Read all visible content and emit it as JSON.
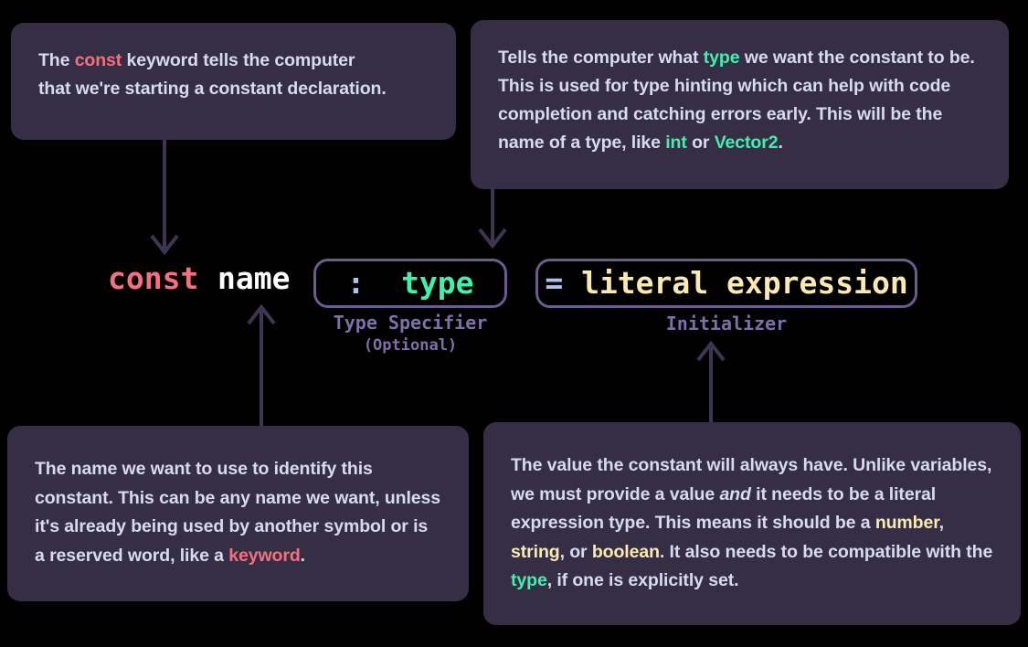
{
  "diagram": {
    "title": "const declaration syntax diagram",
    "background": "#000000",
    "colors": {
      "callout_bg": "#352E44",
      "body_text": "#D7DBF0",
      "keyword": "#F4707F",
      "type": "#42F0AE",
      "literal": "#FAE9B0",
      "punctuation": "#A8C4F0",
      "arrow": "#3E3552",
      "group_border": "#6B5B8E",
      "caption": "#7E6FA8",
      "identifier": "#FFFFFF"
    }
  },
  "syntax": {
    "keyword": "const",
    "identifier": "name",
    "type_specifier": {
      "punctuation": ":",
      "token": "type",
      "caption": "Type Specifier",
      "caption_sub": "(Optional)"
    },
    "initializer": {
      "punctuation": "=",
      "token": "literal expression",
      "caption": "Initializer"
    }
  },
  "callouts": {
    "const": {
      "line1_a": "The ",
      "line1_kw": "const",
      "line1_b": " keyword tells the computer",
      "line2": "that we're starting a constant declaration."
    },
    "type": {
      "a": "Tells the computer what ",
      "kw_type": "type",
      "b": " we want the constant to be. This is used for type hinting which can help with code completion and catching errors early. This will be the name of a type, like ",
      "kw_int": "int",
      "c": " or ",
      "kw_vector2": "Vector2",
      "d": "."
    },
    "name": {
      "a": "The name we want to use to identify this constant. This can be any name we want, unless it's already being used by another symbol or is a reserved word, like a ",
      "kw_keyword": "keyword",
      "b": "."
    },
    "initializer": {
      "a": "The value the constant will ",
      "strong_always": "always",
      "b": " have. Unlike variables, we must provide a value ",
      "em_and": "and",
      "c": " it needs to be a literal expression type. This means it should be a ",
      "kw_number": "number",
      "d": ", ",
      "kw_string": "string",
      "e": ", or ",
      "kw_boolean": "boolean",
      "f": ". It also needs to be compatible with the ",
      "kw_type": "type",
      "g": ", if one is explicitly set."
    }
  },
  "arrows": [
    {
      "name": "arrow-const-down",
      "direction": "down",
      "from": "callout-const",
      "to": "token-const"
    },
    {
      "name": "arrow-type-down",
      "direction": "down",
      "from": "callout-type",
      "to": "type-specifier-group"
    },
    {
      "name": "arrow-name-up",
      "direction": "up",
      "from": "callout-name",
      "to": "token-name"
    },
    {
      "name": "arrow-initializer-up",
      "direction": "up",
      "from": "callout-initializer",
      "to": "initializer-group"
    }
  ]
}
